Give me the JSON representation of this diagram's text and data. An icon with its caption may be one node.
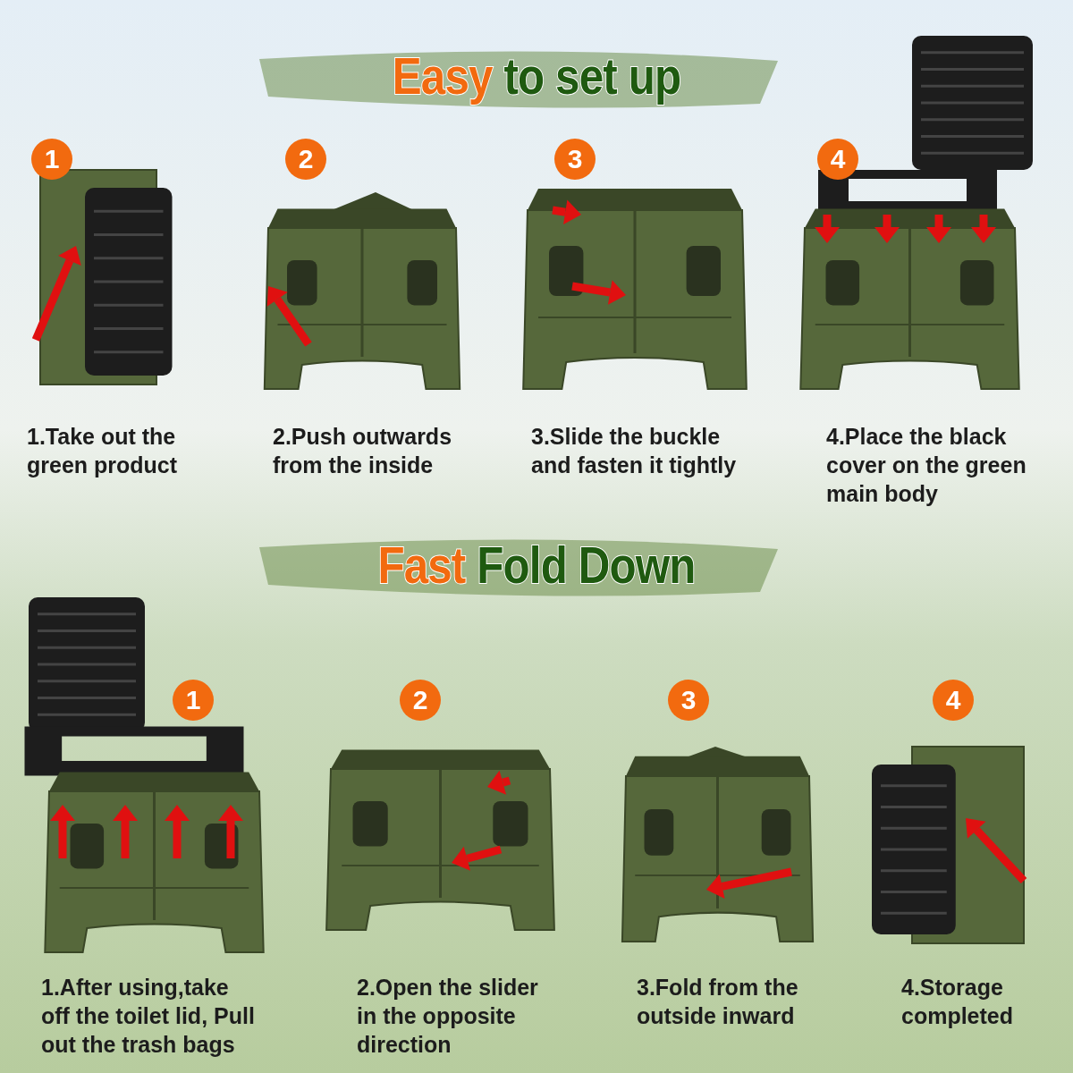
{
  "diagram": {
    "labels": [
      "Easy to set up",
      "1",
      "2",
      "3",
      "4",
      "1.Take out the green product",
      "2.Push outwards from the inside",
      "3.Slide the buckle and fasten it tightly",
      "4.Place the black cover on the green main body",
      "Fast Fold Down",
      "1",
      "2",
      "3",
      "4",
      "1.After using,take off the toilet lid, Pull out the trash bags",
      "2.Open the slider in the opposite direction",
      "3.Fold from the outside inward",
      "4.Storage completed"
    ]
  }
}
